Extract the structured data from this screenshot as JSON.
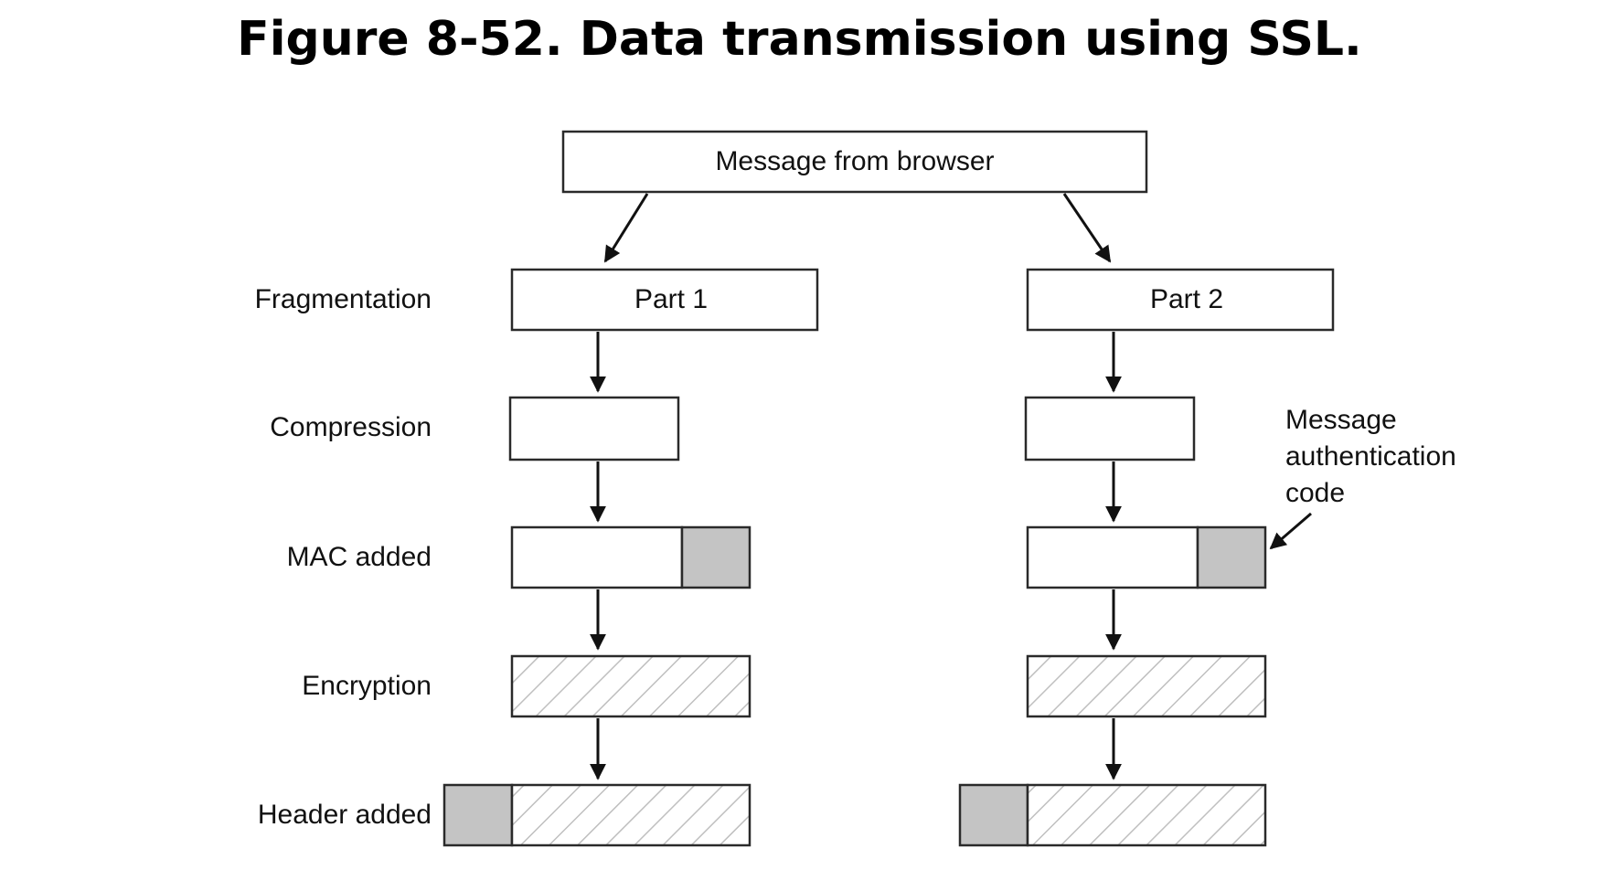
{
  "figure": {
    "title": "Figure 8-52. Data transmission using SSL."
  },
  "top": {
    "label": "Message from browser"
  },
  "stages": {
    "fragmentation": "Fragmentation",
    "compression": "Compression",
    "mac_added": "MAC added",
    "encryption": "Encryption",
    "header_added": "Header added"
  },
  "parts": {
    "part1": "Part 1",
    "part2": "Part 2"
  },
  "annotation": {
    "line1": "Message",
    "line2": "authentication",
    "line3": "code"
  },
  "colors": {
    "mac_fill": "#c4c4c4",
    "header_fill": "#c4c4c4",
    "hatch": "#bfbfbf",
    "stroke": "#2a2a2a"
  }
}
